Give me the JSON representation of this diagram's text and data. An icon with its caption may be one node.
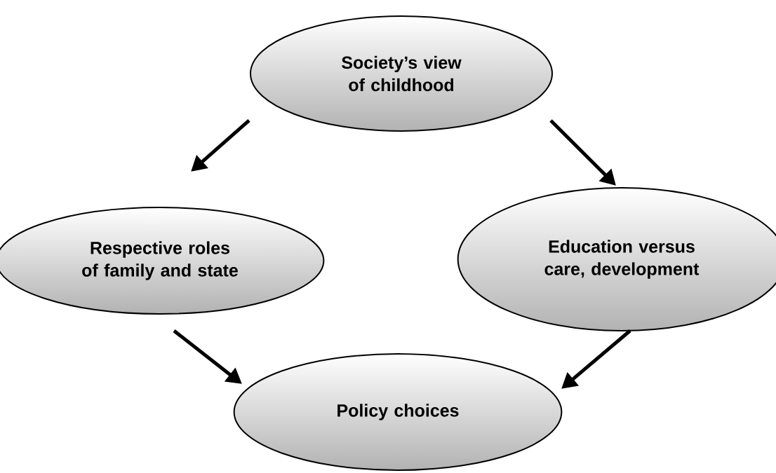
{
  "diagram": {
    "nodes": [
      {
        "text": [
          "Society’s view of childhood"
        ]
      },
      {
        "text": [
          "Respective roles of family and state"
        ]
      },
      {
        "text": [
          "Education versus care, development"
        ]
      },
      {
        "text": [
          "Policy choices"
        ]
      }
    ],
    "edges": [
      {
        "from": 0,
        "to": 1,
        "arrow": "to"
      },
      {
        "from": 0,
        "to": 2,
        "arrow": "to"
      },
      {
        "from": 1,
        "to": 3,
        "arrow": "to"
      },
      {
        "from": 2,
        "to": 3,
        "arrow": "to"
      }
    ]
  }
}
